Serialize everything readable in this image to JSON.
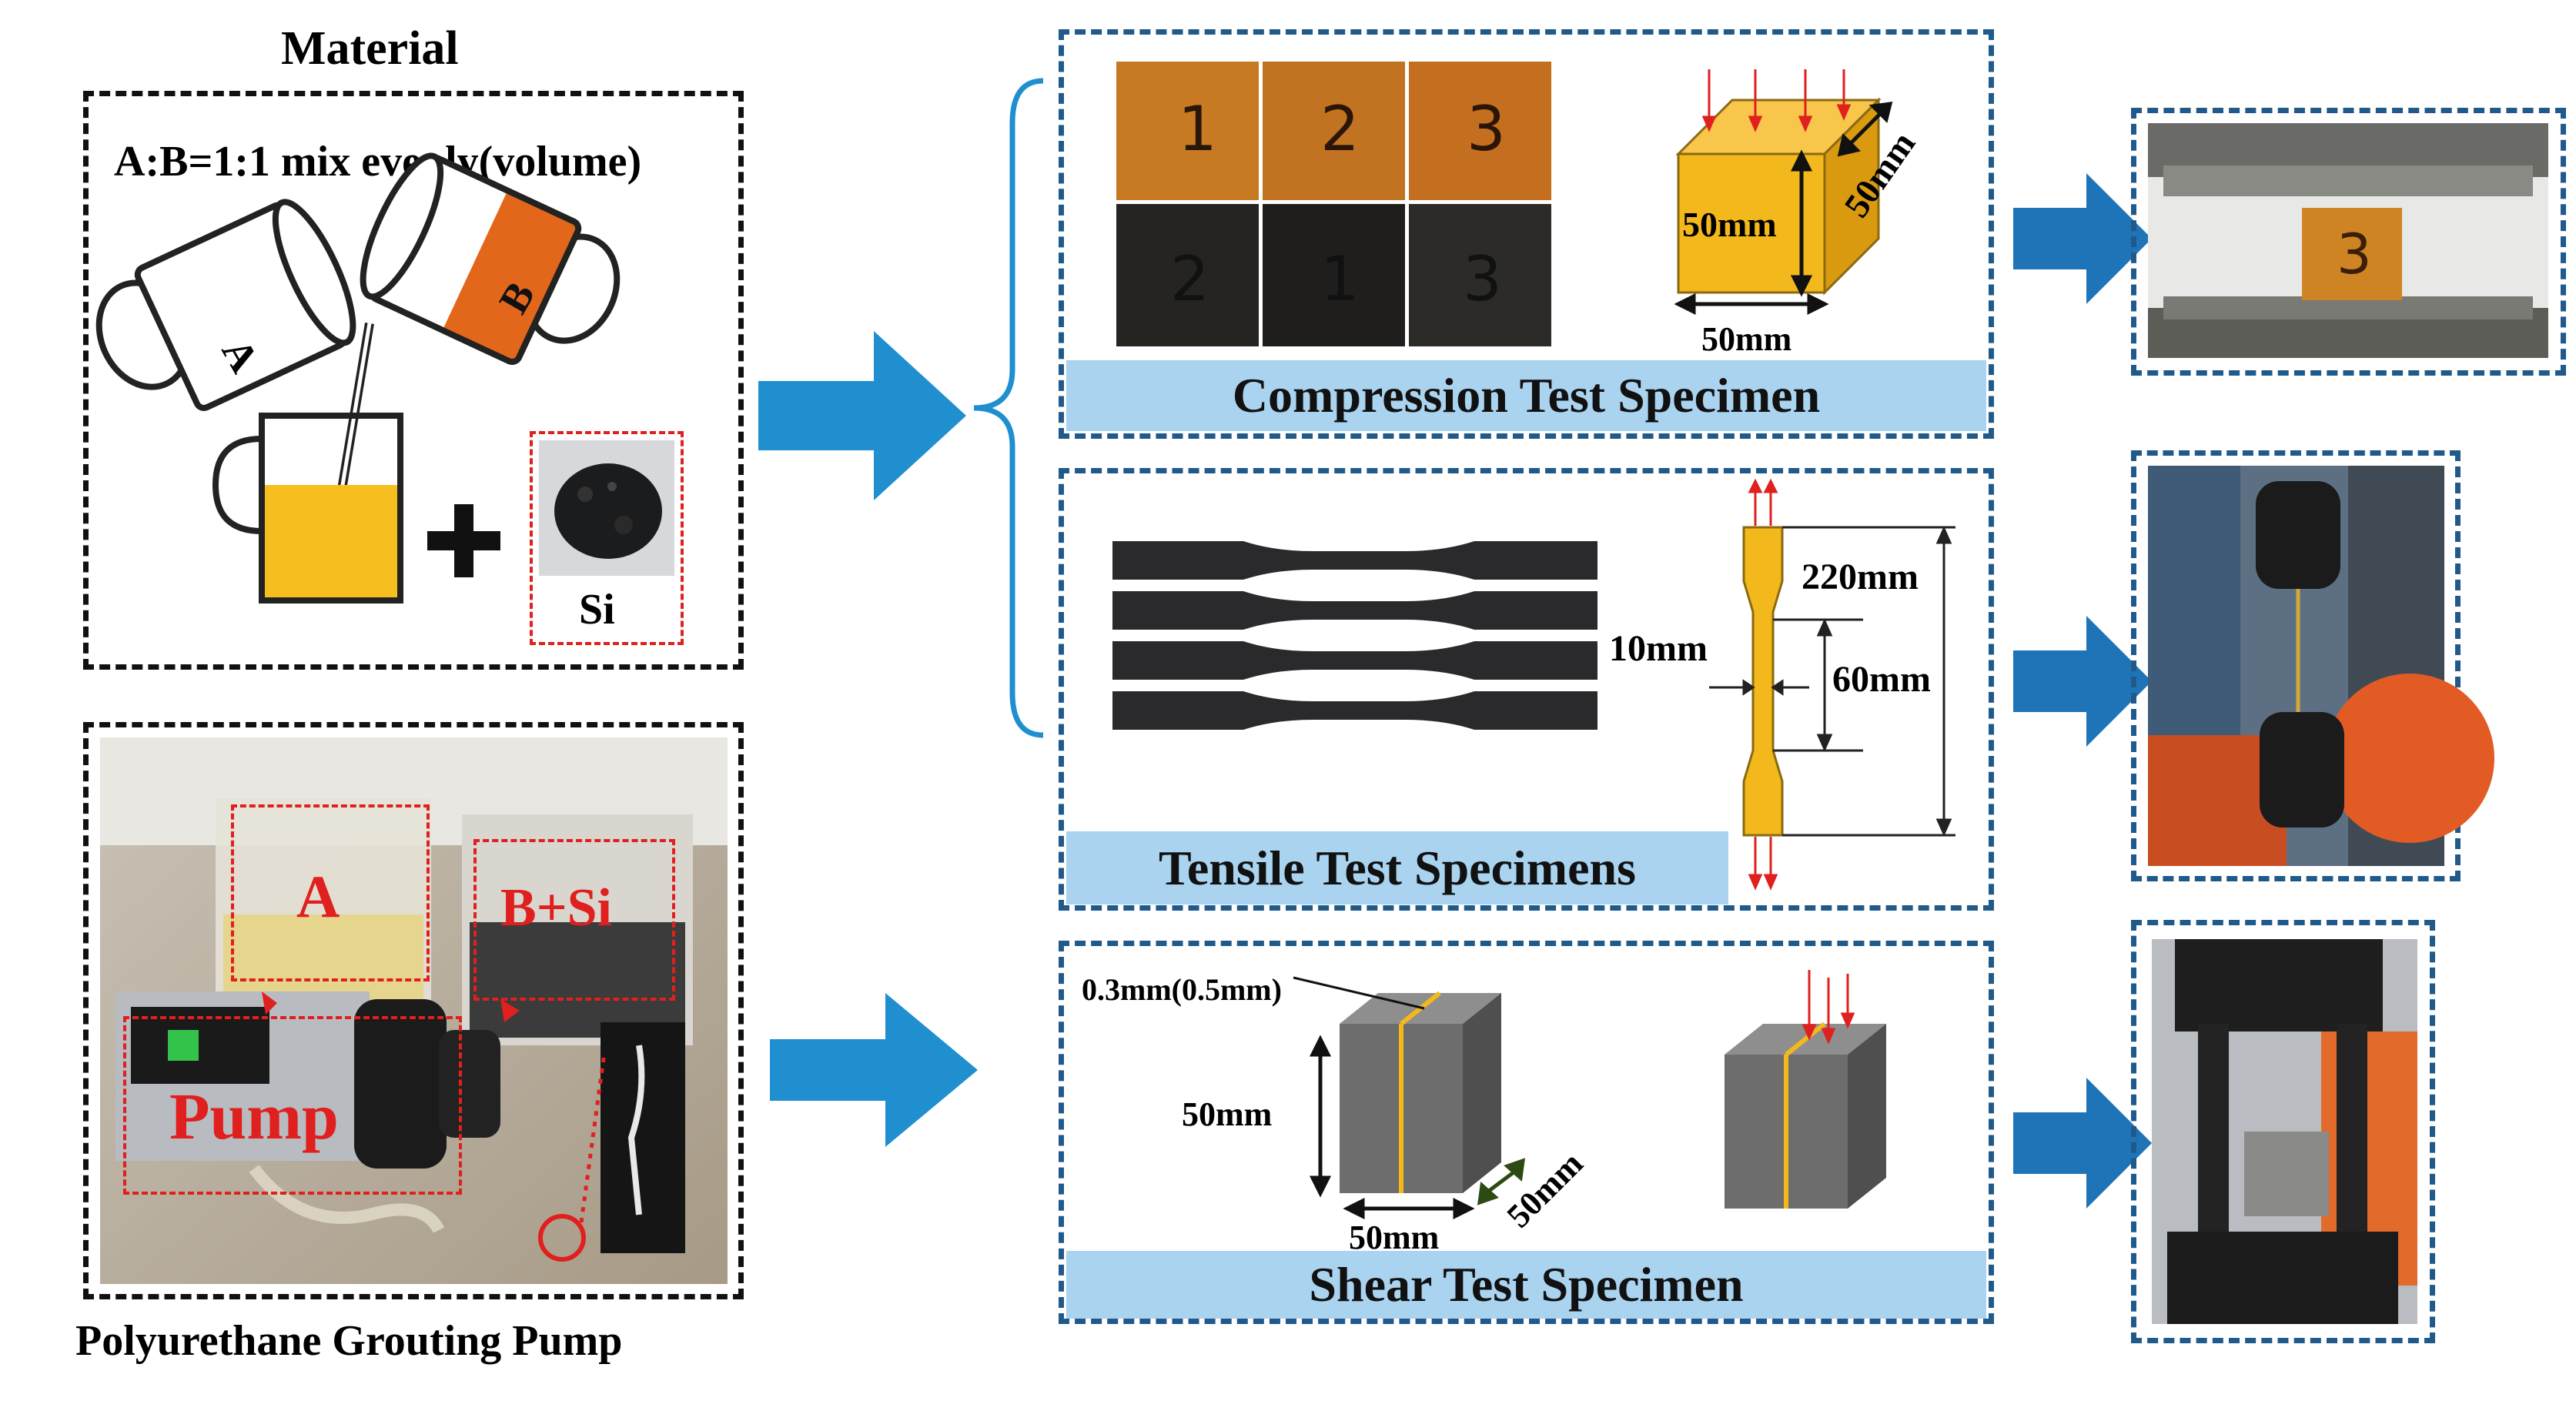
{
  "material": {
    "title": "Material",
    "mix_text": "A:B=1:1 mix evenly(volume)",
    "cup_a_label": "A",
    "cup_b_label": "B",
    "si_label": "Si"
  },
  "pump": {
    "label_a": "A",
    "label_bsi": "B+Si",
    "label_pump": "Pump",
    "caption": "Polyurethane Grouting Pump"
  },
  "compression": {
    "band_label": "Compression Test Specimen",
    "sample_numbers_top": [
      "1",
      "2",
      "3"
    ],
    "sample_numbers_bottom": [
      "2",
      "1",
      "3"
    ],
    "dim_height": "50mm",
    "dim_depth": "50mm",
    "dim_width": "50mm",
    "machine_sample_number": "3"
  },
  "tensile": {
    "band_label": "Tensile Test Specimens",
    "dim_total": "220mm",
    "dim_width": "10mm",
    "dim_gauge": "60mm"
  },
  "shear": {
    "band_label": "Shear Test Specimen",
    "dim_gap": "0.3mm(0.5mm)",
    "dim_height": "50mm",
    "dim_width": "50mm",
    "dim_depth": "50mm"
  },
  "colors": {
    "arrow_blue": "#1f8fd0",
    "box_blue": "#1f5a8a",
    "band_blue": "#a9d3ef",
    "accent_red": "#e0201e",
    "specimen_yellow": "#f3b81c",
    "shear_gray": "#6d6d6d"
  }
}
